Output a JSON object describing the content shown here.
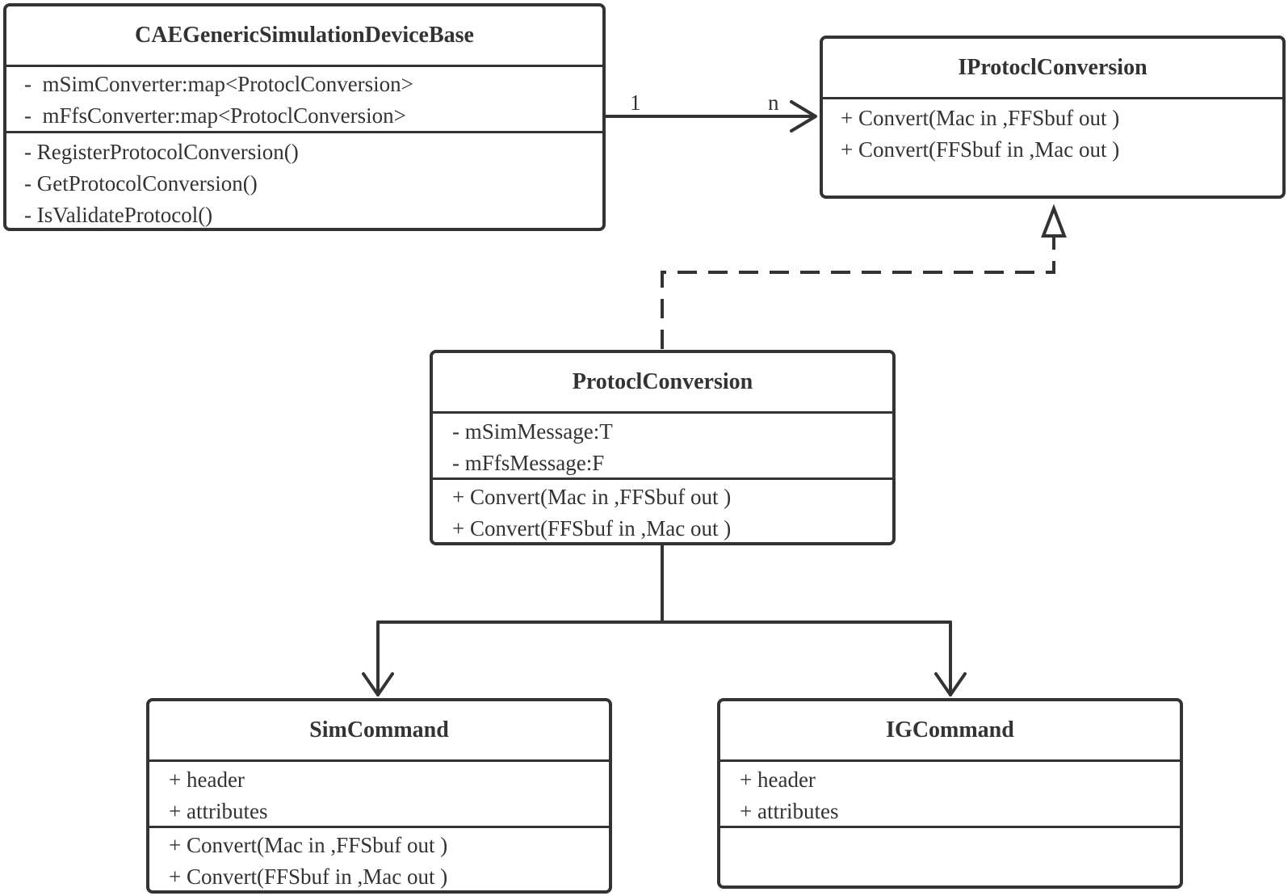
{
  "classes": {
    "cae": {
      "name": "CAEGenericSimulationDeviceBase",
      "attributes": [
        "-  mSimConverter:map<ProtoclConversion>",
        "-  mFfsConverter:map<ProtoclConversion>"
      ],
      "operations": [
        "- RegisterProtocolConversion()",
        "- GetProtocolConversion()",
        "- IsValidateProtocol()"
      ]
    },
    "iprotocl": {
      "name": "IProtoclConversion",
      "operations": [
        "+ Convert(Mac in ,FFSbuf out )",
        "+ Convert(FFSbuf in ,Mac out )"
      ]
    },
    "protocl": {
      "name": "ProtoclConversion",
      "attributes": [
        "- mSimMessage:T",
        "- mFfsMessage:F"
      ],
      "operations": [
        "+ Convert(Mac in ,FFSbuf out )",
        "+ Convert(FFSbuf in ,Mac out )"
      ]
    },
    "sim": {
      "name": "SimCommand",
      "attributes": [
        "+ header",
        "+ attributes"
      ],
      "operations": [
        "+ Convert(Mac in ,FFSbuf out )",
        "+ Convert(FFSbuf in ,Mac out )"
      ]
    },
    "ig": {
      "name": "IGCommand",
      "attributes": [
        "+ header",
        "+ attributes"
      ],
      "operations": []
    }
  },
  "relations": {
    "association": {
      "from": "CAEGenericSimulationDeviceBase",
      "to": "IProtoclConversion",
      "source_multiplicity": "1",
      "target_multiplicity": "n"
    },
    "realization": {
      "from": "ProtoclConversion",
      "to": "IProtoclConversion"
    },
    "derivations": [
      {
        "from": "ProtoclConversion",
        "to": "SimCommand"
      },
      {
        "from": "ProtoclConversion",
        "to": "IGCommand"
      }
    ]
  },
  "colors": {
    "stroke": "#333333",
    "background": "#ffffff"
  }
}
